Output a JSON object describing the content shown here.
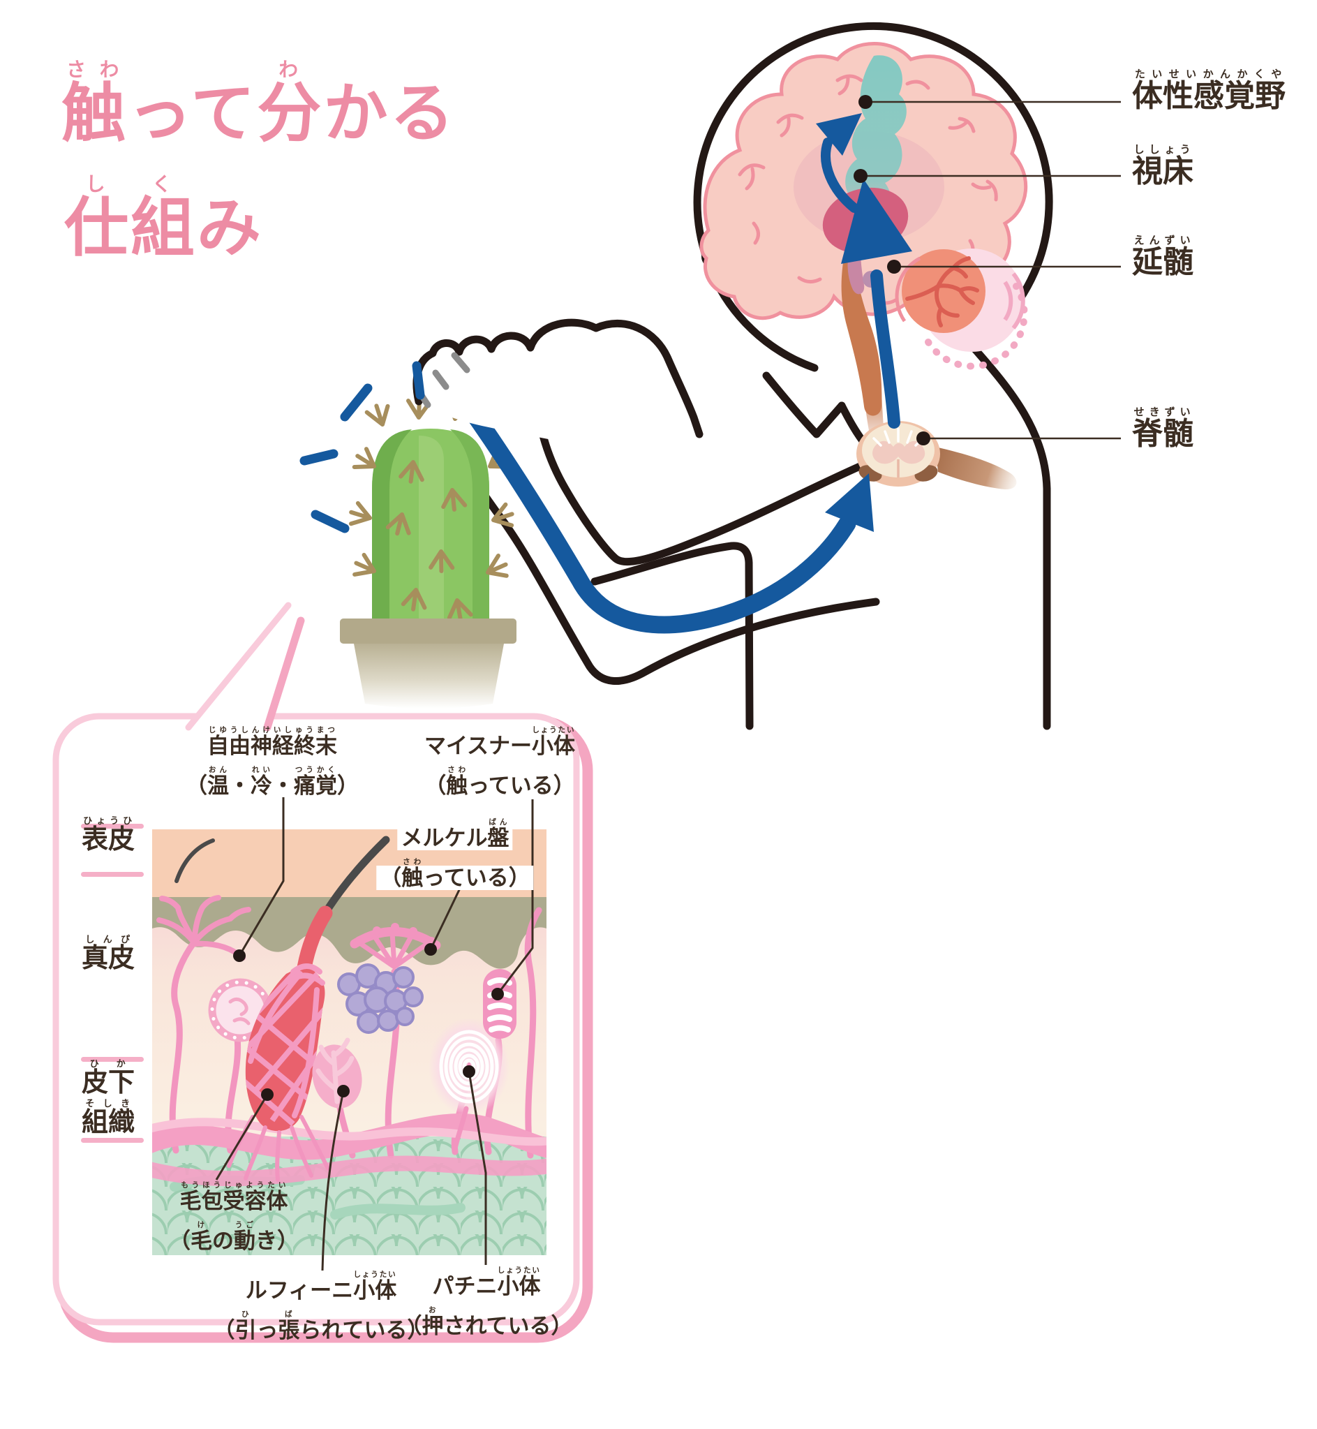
{
  "title": {
    "line1": [
      {
        "b": "触",
        "r": "さわ"
      },
      {
        "b": "って",
        "r": ""
      },
      {
        "b": "分",
        "r": "わ"
      },
      {
        "b": "かる",
        "r": ""
      }
    ],
    "line2": [
      {
        "b": "仕",
        "r": "し"
      },
      {
        "b": "組",
        "r": "く"
      },
      {
        "b": "み",
        "r": ""
      }
    ],
    "color": "#ed8ca4"
  },
  "brain_labels": [
    {
      "id": "somatosensory-cortex",
      "segments": [
        {
          "b": "体性感覚野",
          "r": "たいせいかんかくや"
        }
      ]
    },
    {
      "id": "thalamus",
      "segments": [
        {
          "b": "視床",
          "r": "ししょう"
        }
      ]
    },
    {
      "id": "medulla",
      "segments": [
        {
          "b": "延髄",
          "r": "えんずい"
        }
      ]
    },
    {
      "id": "spinal-cord",
      "segments": [
        {
          "b": "脊髄",
          "r": "せきずい"
        }
      ]
    }
  ],
  "skin_layers": [
    {
      "id": "epidermis",
      "segments": [
        {
          "b": "表皮",
          "r": "ひょうひ"
        }
      ]
    },
    {
      "id": "dermis",
      "segments": [
        {
          "b": "真皮",
          "r": "しんぴ"
        }
      ]
    },
    {
      "id": "subcutaneous",
      "line1": [
        {
          "b": "皮",
          "r": "ひ"
        },
        {
          "b": "下",
          "r": "か"
        }
      ],
      "line2": [
        {
          "b": "組織",
          "r": "そしき"
        }
      ]
    }
  ],
  "receptor_labels": {
    "free_nerve": {
      "name": [
        {
          "b": "自由神経終末",
          "r": "じゆうしんけいしゅうまつ"
        }
      ],
      "desc": [
        {
          "b": "（",
          "r": ""
        },
        {
          "b": "温",
          "r": "おん"
        },
        {
          "b": "・",
          "r": ""
        },
        {
          "b": "冷",
          "r": "れい"
        },
        {
          "b": "・",
          "r": ""
        },
        {
          "b": "痛覚",
          "r": "つうかく"
        },
        {
          "b": "）",
          "r": ""
        }
      ]
    },
    "meissner": {
      "name": [
        {
          "b": "マイスナー",
          "r": ""
        },
        {
          "b": "小体",
          "r": "しょうたい"
        }
      ],
      "desc": [
        {
          "b": "（",
          "r": ""
        },
        {
          "b": "触",
          "r": "さわ"
        },
        {
          "b": "っている）",
          "r": ""
        }
      ]
    },
    "merkel": {
      "name": [
        {
          "b": "メルケル",
          "r": ""
        },
        {
          "b": "盤",
          "r": "ばん"
        }
      ],
      "desc": [
        {
          "b": "（",
          "r": ""
        },
        {
          "b": "触",
          "r": "さわ"
        },
        {
          "b": "っている）",
          "r": ""
        }
      ]
    },
    "hair_follicle": {
      "name": [
        {
          "b": "毛包受容体",
          "r": "もうほうじゅようたい"
        }
      ],
      "desc": [
        {
          "b": "（",
          "r": ""
        },
        {
          "b": "毛",
          "r": "け"
        },
        {
          "b": "の",
          "r": ""
        },
        {
          "b": "動",
          "r": "うご"
        },
        {
          "b": "き）",
          "r": ""
        }
      ]
    },
    "ruffini": {
      "name": [
        {
          "b": "ルフィーニ",
          "r": ""
        },
        {
          "b": "小体",
          "r": "しょうたい"
        }
      ],
      "desc": [
        {
          "b": "（",
          "r": ""
        },
        {
          "b": "引",
          "r": "ひ"
        },
        {
          "b": "っ",
          "r": ""
        },
        {
          "b": "張",
          "r": "ば"
        },
        {
          "b": "られている）",
          "r": ""
        }
      ]
    },
    "pacinian": {
      "name": [
        {
          "b": "パチニ",
          "r": ""
        },
        {
          "b": "小体",
          "r": "しょうたい"
        }
      ],
      "desc": [
        {
          "b": "（",
          "r": ""
        },
        {
          "b": "押",
          "r": "お"
        },
        {
          "b": "されている）",
          "r": ""
        }
      ]
    }
  },
  "palette": {
    "title_pink": "#ed8ca4",
    "outline_black": "#231815",
    "label_brown": "#3b2d22",
    "signal_blue": "#15599e",
    "brain_fill": "#f8ccc3",
    "brain_stroke": "#f0919e",
    "somatosensory_teal": "#7fc9c2",
    "thalamus_pink": "#d4607e",
    "brainstem_brown": "#c8794f",
    "cerebellum_coral": "#f09078",
    "bubble_light_pink": "#f9cbdb",
    "bubble_dark_pink": "#f4a6c1",
    "receptor_pink": "#f295bf",
    "epidermis_peach": "#f7ceb4",
    "olive_band": "#acaa8e",
    "subcutaneous_green": "#c5e2d0",
    "follicle_red": "#e9616d",
    "sebaceous_purple": "#b3a9d6",
    "cactus_green": "#8bc663",
    "pot_tan": "#b2a98a"
  }
}
